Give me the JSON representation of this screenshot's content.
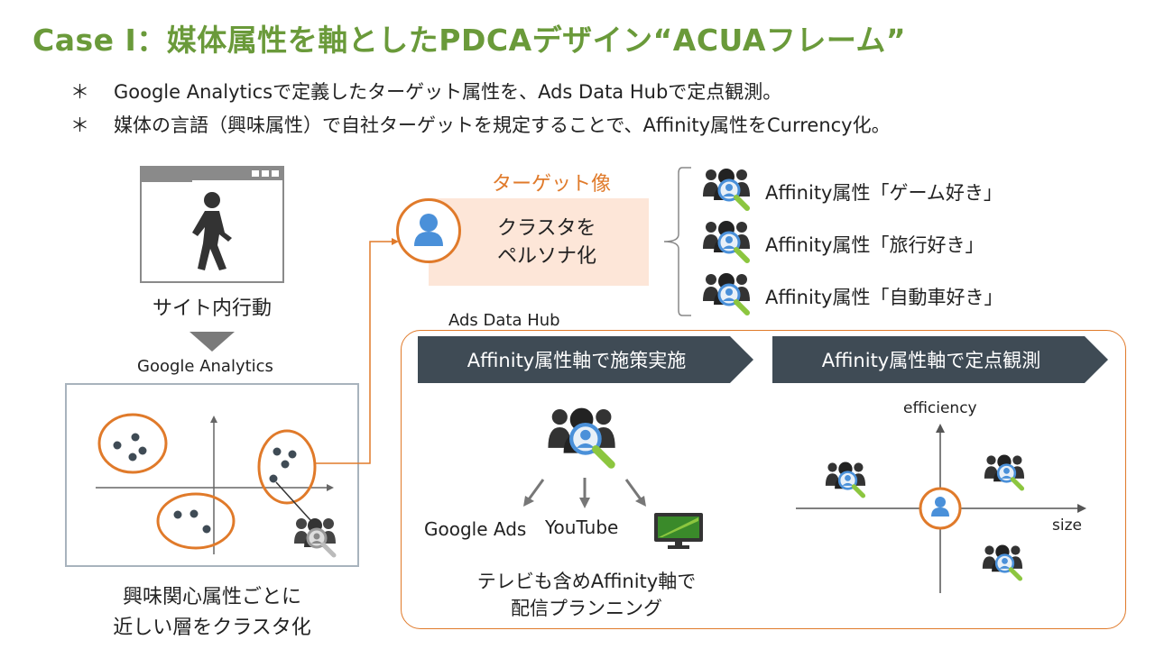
{
  "title": "Case I：媒体属性を軸としたPDCAデザイン“ACUAフレーム”",
  "bullets": [
    "Google Analyticsで定義したターゲット属性を、Ads Data Hubで定点観測。",
    "媒体の言語（興味属性）で自社ターゲットを規定することで、Affinity属性をCurrency化。"
  ],
  "bullet_mark": "＊",
  "left": {
    "browser_caption": "サイト内行動",
    "ga_label": "Google Analytics",
    "cluster_caption_1": "興味関心属性ごとに",
    "cluster_caption_2": "近しい層をクラスタ化"
  },
  "persona": {
    "header": "ターゲット像",
    "text_1": "クラスタを",
    "text_2": "ペルソナ化"
  },
  "affinities": [
    "Affinity属性「ゲーム好き」",
    "Affinity属性「旅行好き」",
    "Affinity属性「自動車好き」"
  ],
  "adh": {
    "label": "Ads Data Hub",
    "step1": "Affinity属性軸で施策実施",
    "step2": "Affinity属性軸で定点観測",
    "channels": [
      "Google Ads",
      "YouTube"
    ],
    "caption_1": "テレビも含めAffinity軸で",
    "caption_2": "配信プランニング",
    "axis_y": "efficiency",
    "axis_x": "size"
  },
  "colors": {
    "title_green": "#6a9a3a",
    "accent_orange": "#e07a2a",
    "chevron_dark": "#3f4b55",
    "peach_bg": "#fde6d8",
    "person_blue": "#4a90d9",
    "magnifier_green": "#8cc63f",
    "tv_green": "#3a8a2a"
  },
  "icons": [
    "walking-person-icon",
    "user-group-search-icon",
    "user-avatar-icon",
    "tv-monitor-icon",
    "arrow-icon"
  ]
}
